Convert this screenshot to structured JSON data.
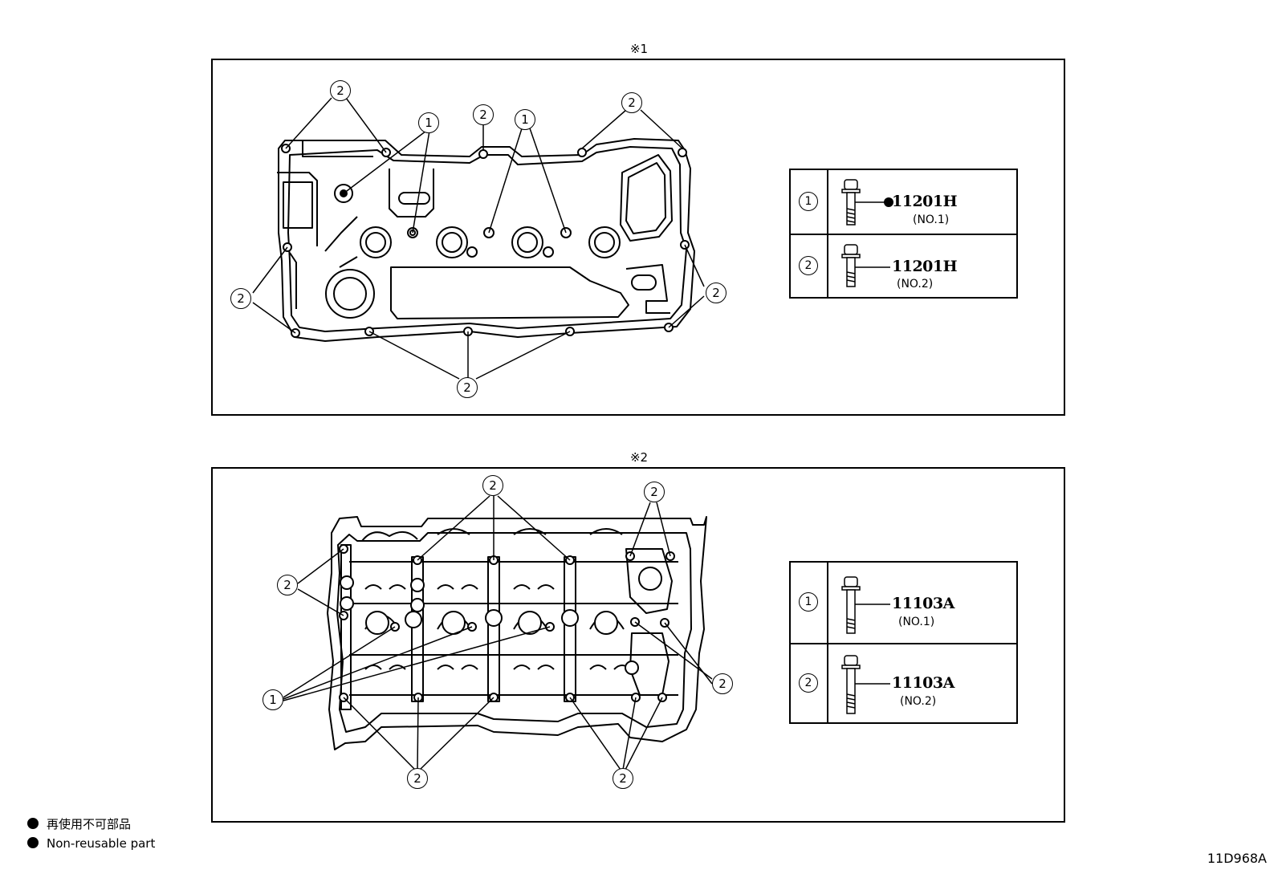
{
  "figure1": {
    "title": "※1",
    "callout_numbers": {
      "one": "1",
      "two": "2"
    },
    "table": [
      {
        "key": "1",
        "part_no": "11201H",
        "sub": "(NO.1)",
        "non_reusable": true
      },
      {
        "key": "2",
        "part_no": "11201H",
        "sub": "(NO.2)",
        "non_reusable": false
      }
    ]
  },
  "figure2": {
    "title": "※2",
    "table": [
      {
        "key": "1",
        "part_no": "11103A",
        "sub": "(NO.1)"
      },
      {
        "key": "2",
        "part_no": "11103A",
        "sub": "(NO.2)"
      }
    ]
  },
  "legend": {
    "japanese": "再使用不可部品",
    "english": "Non-reusable part"
  },
  "doc_id": "11D968A"
}
